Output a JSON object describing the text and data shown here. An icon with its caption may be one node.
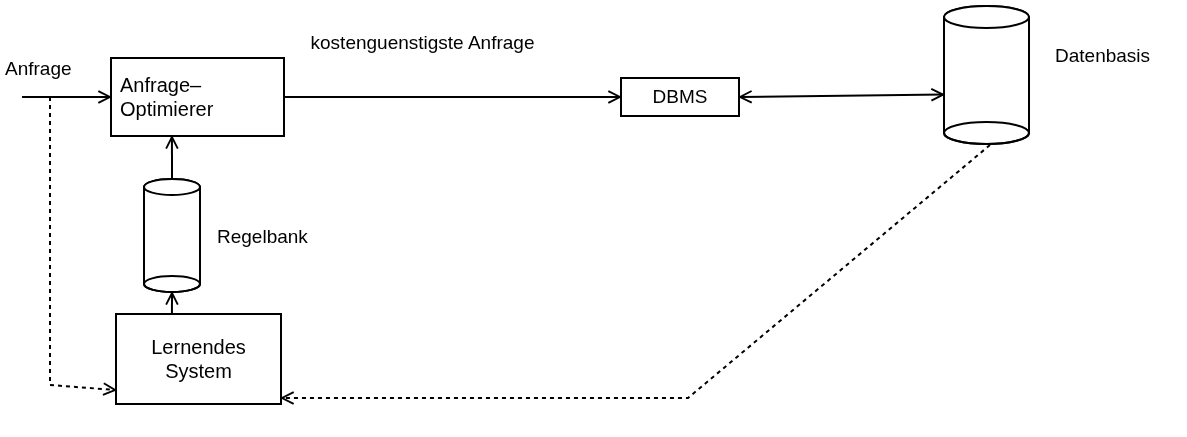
{
  "diagram": {
    "nodes": [
      {
        "text": [
          "Anfrage– Optimierer"
        ]
      },
      {
        "text": [
          "DBMS"
        ]
      },
      {
        "text": [],
        "shape": "cylinder",
        "beside": [
          "Datenbasis"
        ]
      },
      {
        "text": [],
        "shape": "cylinder",
        "beside": [
          "Regelbank"
        ]
      },
      {
        "text": [
          "Lernendes System"
        ]
      }
    ],
    "edges": [
      {
        "from": null,
        "to": 0,
        "arrow": "to"
      },
      {
        "from": 0,
        "to": 1,
        "arrow": "to",
        "label": "kostenguenstigste Anfrage"
      },
      {
        "from": 1,
        "to": 2,
        "arrow": "both"
      },
      {
        "from": 3,
        "to": 0,
        "arrow": "to"
      },
      {
        "from": 4,
        "to": 3,
        "arrow": "to"
      },
      {
        "from": null,
        "to": 4,
        "arrow": "to",
        "style": "dashed"
      },
      {
        "from": 2,
        "to": 4,
        "arrow": "to",
        "style": "dashed"
      }
    ],
    "labels": [
      "Anfrage"
    ]
  }
}
